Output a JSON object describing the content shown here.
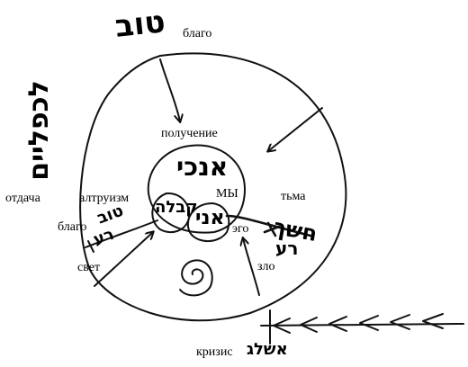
{
  "labels": {
    "blago_top": "благо",
    "poluchenie": "получение",
    "otdacha": "отдача",
    "altruizm": "алтруизм",
    "my": "МЫ",
    "tma": "тьма",
    "blago_left": "благо",
    "ego": "эго",
    "svet": "свет",
    "zlo": "зло",
    "krizis": "кризис"
  },
  "handwritten": {
    "tov_top": "טוב",
    "tovlimshol": "לכפליים",
    "ani": "אני",
    "anochi": "אנכי",
    "tov_left": "טוב",
    "ra": "רע",
    "kabala": "קבלה",
    "hoshech": "חשך",
    "ra_bottom": "רע",
    "ashlag": "אשלג"
  },
  "colors": {
    "ink": "#111111",
    "background": "#ffffff"
  }
}
